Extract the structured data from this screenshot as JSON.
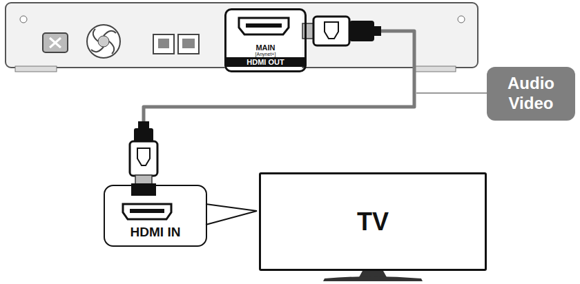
{
  "diagram": {
    "nodes": [
      {
        "text": [
          "MAIN",
          "[Anynet+]",
          "HDMI OUT"
        ]
      },
      {
        "text": [
          "Audio Video"
        ]
      },
      {
        "text": [
          "HDMI IN"
        ]
      },
      {
        "text": [
          "TV"
        ]
      }
    ],
    "edges": [
      {
        "from": 0,
        "to": 2,
        "arrow": "none"
      }
    ]
  }
}
